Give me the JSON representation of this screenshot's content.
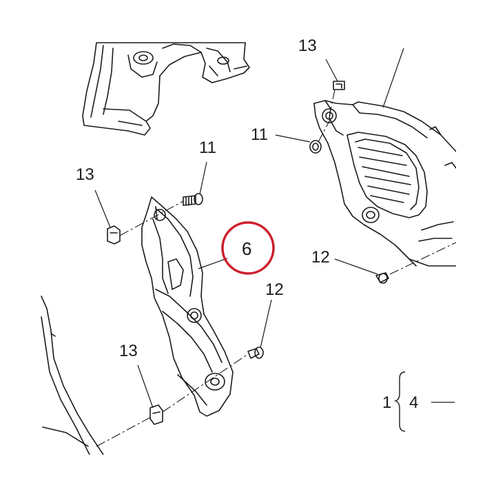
{
  "callouts": [
    {
      "id": "c13_top",
      "text": "13"
    },
    {
      "id": "c11_right",
      "text": "11"
    },
    {
      "id": "c12_right",
      "text": "12"
    },
    {
      "id": "c11_left",
      "text": "11"
    },
    {
      "id": "c13_left",
      "text": "13"
    },
    {
      "id": "c6",
      "text": "6"
    },
    {
      "id": "c12_mid",
      "text": "12"
    },
    {
      "id": "c13_bottom",
      "text": "13"
    },
    {
      "id": "c1",
      "text": "1"
    },
    {
      "id": "c4",
      "text": "4"
    }
  ],
  "highlight_color": "#cc1f2d",
  "line_color": "#1a1a1a"
}
